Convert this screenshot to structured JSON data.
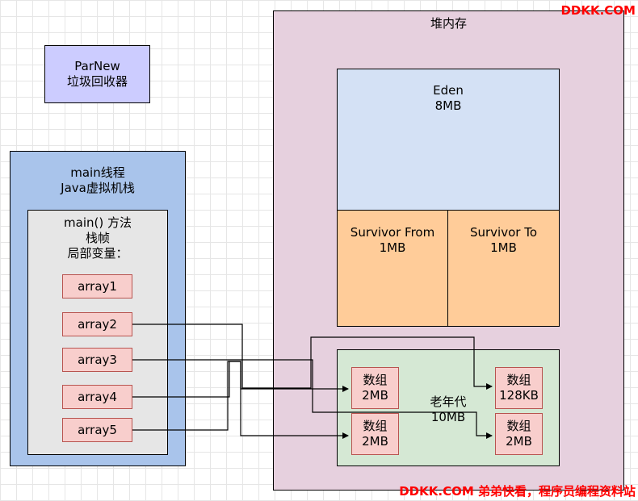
{
  "parnew": {
    "line1": "ParNew",
    "line2": "垃圾回收器"
  },
  "thread": {
    "line1": "main线程",
    "line2": "Java虚拟机栈"
  },
  "frame": {
    "line1": "main() 方法",
    "line2": "栈帧",
    "line3": "局部变量："
  },
  "variables": [
    "array1",
    "array2",
    "array3",
    "array4",
    "array5"
  ],
  "heap": {
    "title": "堆内存",
    "eden": {
      "name": "Eden",
      "size": "8MB"
    },
    "survivor_from": {
      "name": "Survivor From",
      "size": "1MB"
    },
    "survivor_to": {
      "name": "Survivor To",
      "size": "1MB"
    },
    "old": {
      "name": "老年代",
      "size": "10MB"
    },
    "objects": [
      {
        "label": "数组",
        "size": "2MB"
      },
      {
        "label": "数组",
        "size": "2MB"
      },
      {
        "label": "数组",
        "size": "128KB"
      },
      {
        "label": "数组",
        "size": "2MB"
      }
    ]
  },
  "watermark": {
    "top": "DDKK.COM",
    "bottom": "DDKK.COM 弟弟快看，程序员编程资料站"
  }
}
